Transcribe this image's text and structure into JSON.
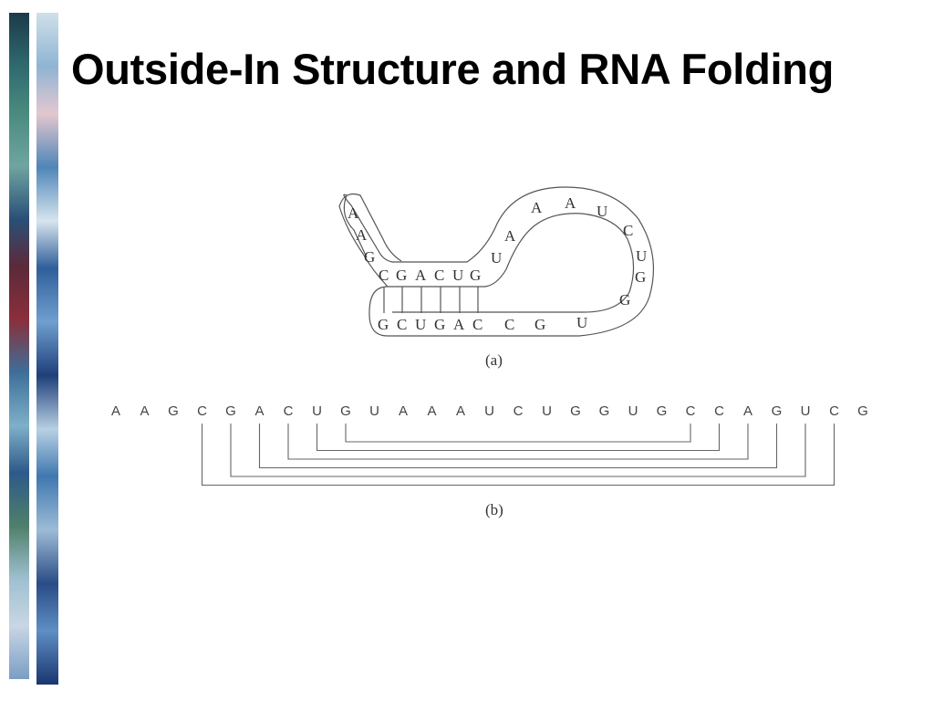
{
  "title": "Outside-In Structure and RNA Folding",
  "decor": {
    "stripe_left": [
      "#1b3a4a",
      "#2f6a6e",
      "#4a8a7e",
      "#6fa5a0",
      "#2a4f78",
      "#5b2a3a",
      "#8a2f3a",
      "#3d6f9a",
      "#7fb0c8",
      "#2d5a8a",
      "#4f7f6a",
      "#9fc0d0",
      "#c9d6e4",
      "#7a9ec4"
    ],
    "stripe_right": [
      "#cfe0e8",
      "#8fb4d4",
      "#e4c7cf",
      "#4f86b8",
      "#d7e4ee",
      "#2f5f9a",
      "#6f9fcf",
      "#1f3f7a",
      "#b8d0e4",
      "#3f78b0",
      "#9dbbd6",
      "#2a4c86",
      "#5f8fc4",
      "#1a3670"
    ]
  },
  "figure_a": {
    "caption": "(a)",
    "left_loop": [
      "A",
      "A",
      "G"
    ],
    "stem_top": [
      "C",
      "G",
      "A",
      "C",
      "U",
      "G"
    ],
    "stem_bottom": [
      "G",
      "C",
      "U",
      "G",
      "A",
      "C",
      "C",
      "G",
      "U"
    ],
    "right_loop": [
      "U",
      "A",
      "A",
      "A",
      "U",
      "C",
      "U",
      "G",
      "G"
    ]
  },
  "figure_b": {
    "caption": "(b)",
    "sequence": [
      "A",
      "A",
      "G",
      "C",
      "G",
      "A",
      "C",
      "U",
      "G",
      "U",
      "A",
      "A",
      "A",
      "U",
      "C",
      "U",
      "G",
      "G",
      "U",
      "G",
      "C",
      "C",
      "A",
      "G",
      "U",
      "C",
      "G"
    ],
    "pairs": [
      [
        9,
        21
      ],
      [
        8,
        22
      ],
      [
        7,
        23
      ],
      [
        6,
        24
      ],
      [
        5,
        25
      ],
      [
        4,
        26
      ]
    ]
  }
}
